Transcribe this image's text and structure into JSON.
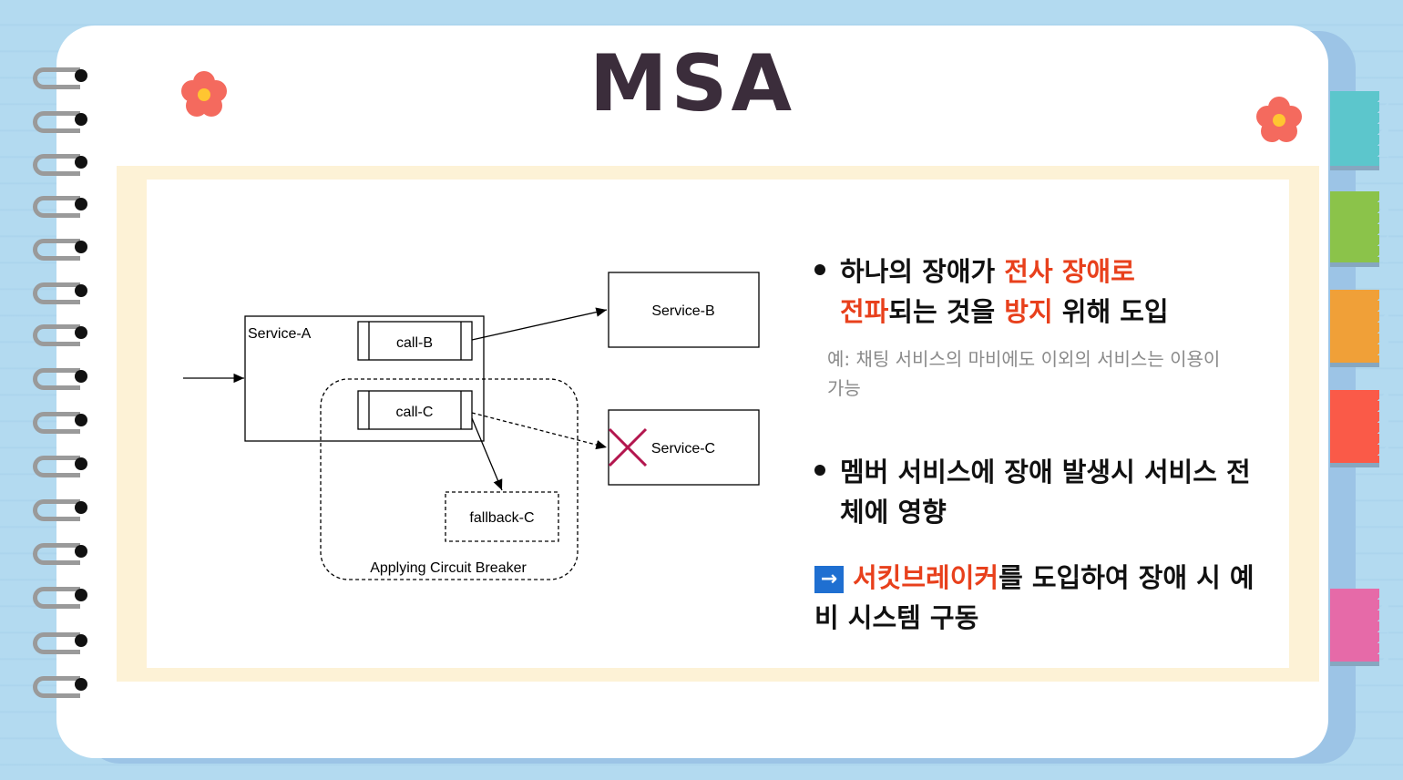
{
  "title": "MSA",
  "colors": {
    "background": "#b3daf0",
    "frame": "#fdf2d6",
    "accent_red": "#e8401c",
    "arrow_box": "#1f6fd1",
    "cross": "#b3164e",
    "tabs": [
      "#5cc6cc",
      "#8bc34a",
      "#f0a038",
      "#fa5a48",
      "#e66aa8"
    ]
  },
  "diagram": {
    "service_a": "Service-A",
    "call_b": "call-B",
    "call_c": "call-C",
    "service_b": "Service-B",
    "service_c": "Service-C",
    "fallback_c": "fallback-C",
    "circuit_label": "Applying Circuit Breaker"
  },
  "bullets": {
    "b1_pre": "하나의 장애가 ",
    "b1_red1": "전사 장애로",
    "b1_red2": "전파",
    "b1_mid": "되는 것을 ",
    "b1_red3": "방지",
    "b1_post": " 위해 도입",
    "note": "예: 채팅 서비스의 마비에도 이외의 서비스는 이용이 가능",
    "b2": "멤버 서비스에 장애 발생시 서비스 전체에 영향",
    "b3_arrow": "→",
    "b3_red": "서킷브레이커",
    "b3_rest": "를 도입하여 장애 시 예비 시스템 구동"
  }
}
